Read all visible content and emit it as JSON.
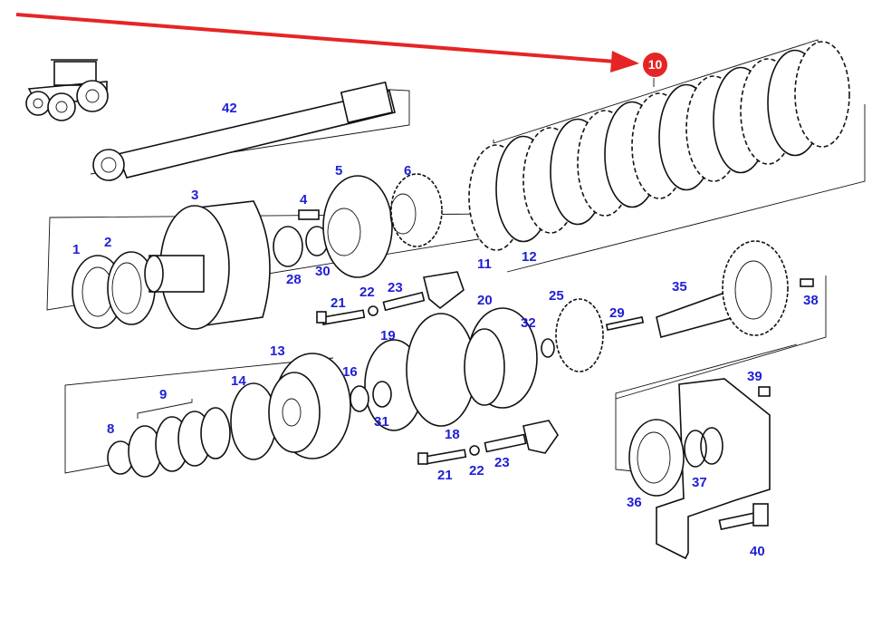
{
  "diagram": {
    "type": "exploded-parts-view",
    "subject": "tractor transmission / PTO clutch assembly",
    "label_color": "#1f1fd6",
    "highlight": {
      "part": "10",
      "badge_color": "#e52525",
      "arrow_color": "#e52525",
      "description": "clutch disc pack"
    },
    "thumbnail": "tractor-icon",
    "parts": [
      {
        "id": "p1",
        "label": "1",
        "kind": "seal ring"
      },
      {
        "id": "p2",
        "label": "2",
        "kind": "roller bearing"
      },
      {
        "id": "p3",
        "label": "3",
        "kind": "clutch housing"
      },
      {
        "id": "p4",
        "label": "4",
        "kind": "bolt"
      },
      {
        "id": "p5",
        "label": "5",
        "kind": "flange hub"
      },
      {
        "id": "p6",
        "label": "6",
        "kind": "splined gear"
      },
      {
        "id": "p8",
        "label": "8",
        "kind": "washer"
      },
      {
        "id": "p9",
        "label": "9",
        "kind": "spring washers"
      },
      {
        "id": "p10",
        "label": "10",
        "kind": "clutch disc pack"
      },
      {
        "id": "p11",
        "label": "11",
        "kind": "friction disc"
      },
      {
        "id": "p12",
        "label": "12",
        "kind": "steel disc"
      },
      {
        "id": "p13",
        "label": "13",
        "kind": "piston"
      },
      {
        "id": "p14",
        "label": "14",
        "kind": "seal"
      },
      {
        "id": "p16",
        "label": "16",
        "kind": "bearing"
      },
      {
        "id": "p18",
        "label": "18",
        "kind": "brake plate"
      },
      {
        "id": "p19",
        "label": "19",
        "kind": "ring"
      },
      {
        "id": "p20",
        "label": "20",
        "kind": "brake drum"
      },
      {
        "id": "p21a",
        "label": "21",
        "kind": "bolt"
      },
      {
        "id": "p22a",
        "label": "22",
        "kind": "washer"
      },
      {
        "id": "p23a",
        "label": "23",
        "kind": "spacer"
      },
      {
        "id": "p21b",
        "label": "21",
        "kind": "bolt"
      },
      {
        "id": "p22b",
        "label": "22",
        "kind": "washer"
      },
      {
        "id": "p23b",
        "label": "23",
        "kind": "spacer"
      },
      {
        "id": "p25",
        "label": "25",
        "kind": "gear"
      },
      {
        "id": "p28",
        "label": "28",
        "kind": "bearing"
      },
      {
        "id": "p29",
        "label": "29",
        "kind": "pin"
      },
      {
        "id": "p30",
        "label": "30",
        "kind": "snap ring"
      },
      {
        "id": "p31",
        "label": "31",
        "kind": "circlip"
      },
      {
        "id": "p32",
        "label": "32",
        "kind": "seal"
      },
      {
        "id": "p35",
        "label": "35",
        "kind": "output shaft"
      },
      {
        "id": "p36",
        "label": "36",
        "kind": "bearing"
      },
      {
        "id": "p37",
        "label": "37",
        "kind": "seals"
      },
      {
        "id": "p38",
        "label": "38",
        "kind": "plug"
      },
      {
        "id": "p39",
        "label": "39",
        "kind": "plug"
      },
      {
        "id": "p40",
        "label": "40",
        "kind": "sensor"
      },
      {
        "id": "p42",
        "label": "42",
        "kind": "input shaft"
      }
    ]
  }
}
